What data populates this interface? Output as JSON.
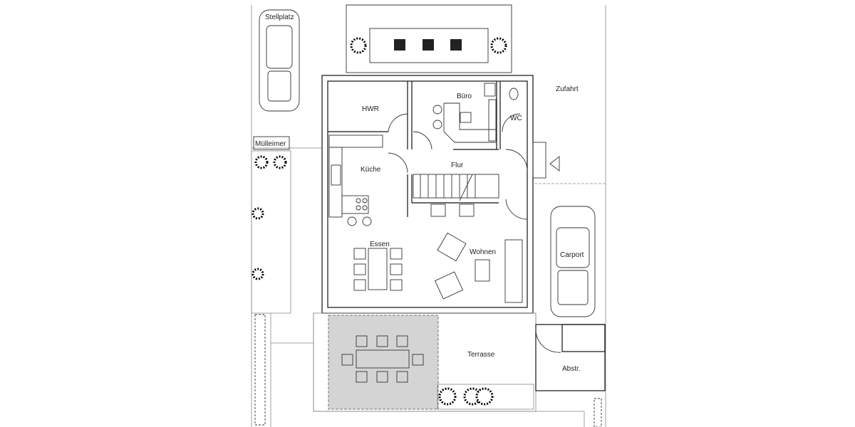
{
  "plan": {
    "rooms": {
      "stellplatz": "Stellplatz",
      "muelleimer": "Mülleimer",
      "hwr": "HWR",
      "buero": "Büro",
      "wc": "WC",
      "zufahrt": "Zufahrt",
      "kueche": "Küche",
      "flur": "Flur",
      "essen": "Essen",
      "wohnen": "Wohnen",
      "carport": "Carport",
      "terrasse": "Terrasse",
      "abstr": "Abstr."
    },
    "colors": {
      "line": "#111111",
      "covered_terrace": "#d4d4d4",
      "background": "#ffffff"
    }
  }
}
